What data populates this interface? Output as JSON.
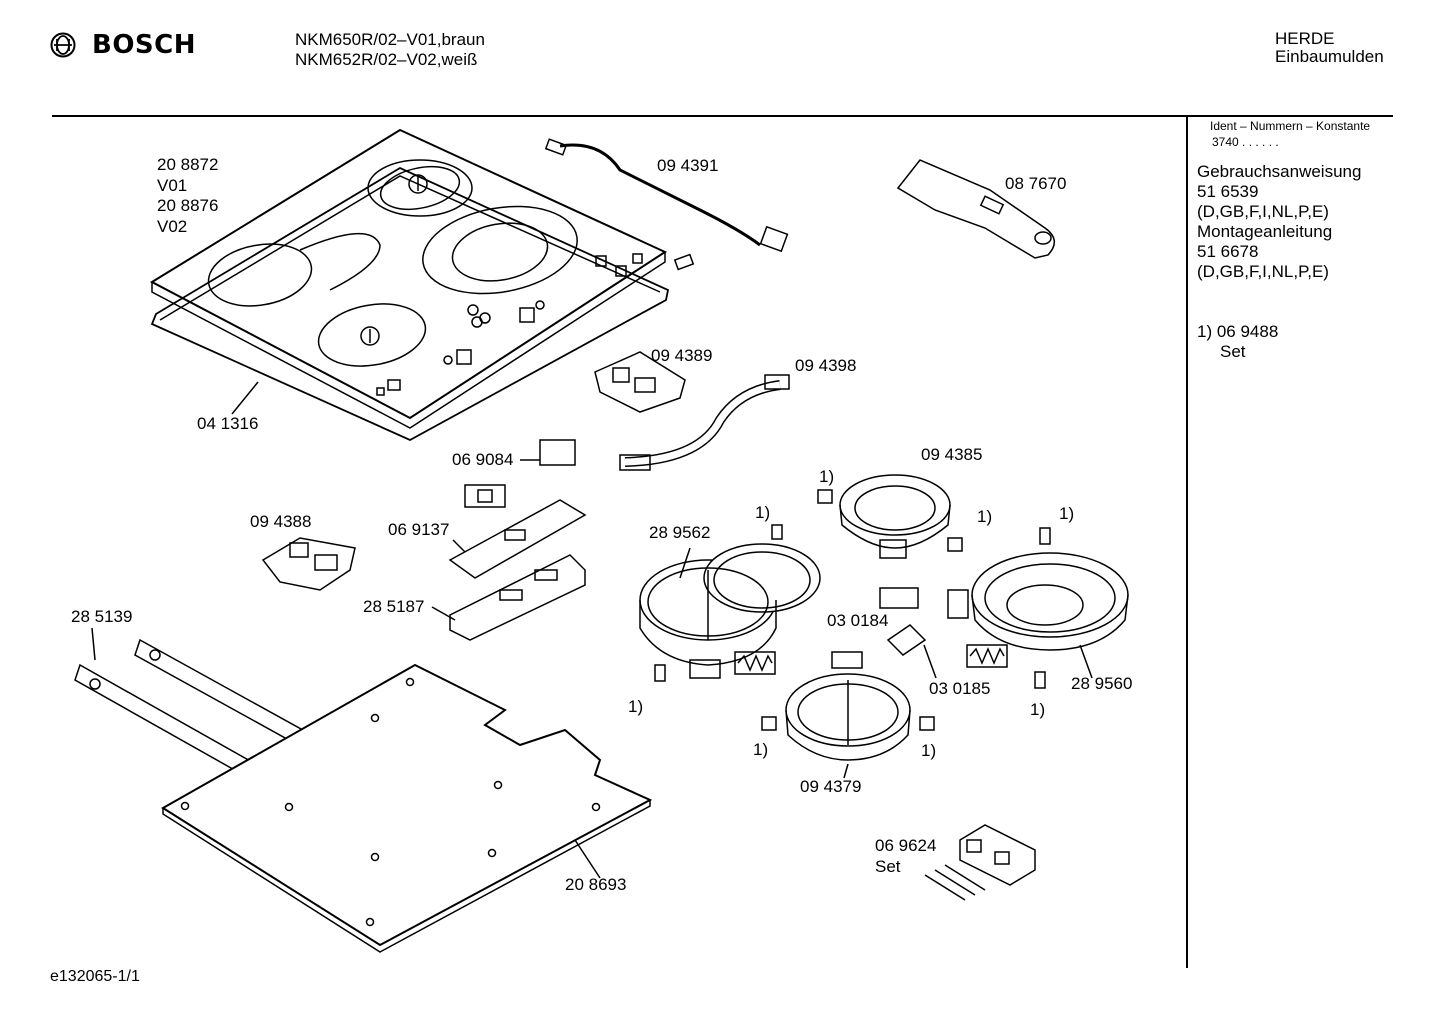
{
  "header": {
    "brand": "BOSCH",
    "models": [
      "NKM650R/02–V01,braun",
      "NKM652R/02–V02,weiß"
    ],
    "category": [
      "HERDE",
      "Einbaumulden"
    ]
  },
  "sidebar": {
    "ident_label": "Ident – Nummern – Konstante",
    "konstante": "3740  .  .  .  .  .  .",
    "docs": [
      "Gebrauchsanweisung",
      "51 6539",
      "(D,GB,F,I,NL,P,E)",
      "Montageanleitung",
      "51 6678",
      "(D,GB,F,I,NL,P,E)"
    ],
    "footnote_number": "1) 06 9488",
    "footnote_set": "Set"
  },
  "parts": {
    "p208872": "20 8872",
    "v01": "V01",
    "p208876": "20 8876",
    "v02": "V02",
    "p041316": "04 1316",
    "p094391": "09 4391",
    "p087670": "08 7670",
    "p094389": "09 4389",
    "p094398": "09 4398",
    "p069084": "06 9084",
    "p094388": "09 4388",
    "p069137": "06 9137",
    "p285187": "28 5187",
    "p285139": "28 5139",
    "p289562": "28 9562",
    "p094385": "09 4385",
    "p030184": "03 0184",
    "p030185": "03 0185",
    "p289560": "28 9560",
    "p094379": "09 4379",
    "p208693": "20 8693",
    "p069624": "06 9624",
    "set": "Set",
    "fn1": "1)"
  },
  "footer": {
    "code": "e132065-1/1"
  }
}
